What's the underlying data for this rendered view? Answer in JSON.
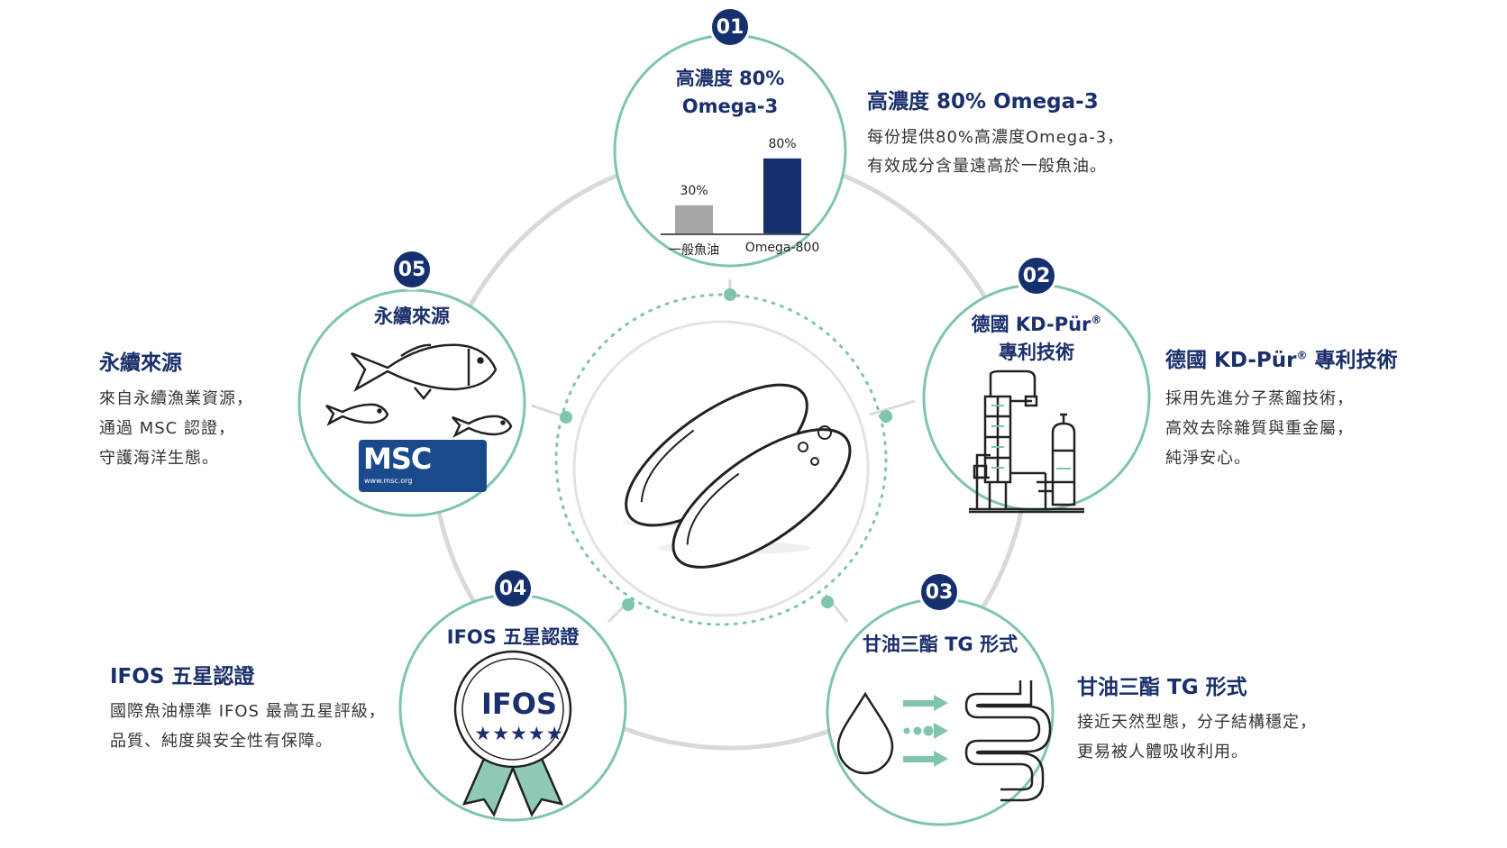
{
  "center": {
    "icon": "capsule-icon"
  },
  "features": [
    {
      "number": "01",
      "circle_title_line1": "高濃度 80%",
      "circle_title_line2": "Omega-3",
      "desc_title": "高濃度 80% Omega-3",
      "desc_lines": [
        "每份提供80%高濃度Omega-3，",
        "有效成分含量遠高於一般魚油。"
      ],
      "icon": "bar-chart-icon"
    },
    {
      "number": "02",
      "circle_title_line1": "德國 KD-Pür",
      "circle_title_line1_sup": "®",
      "circle_title_line2": "專利技術",
      "desc_title": "德國 KD-Pür",
      "desc_title_sup": "®",
      "desc_title_suffix": " 專利技術",
      "desc_lines": [
        "採用先進分子蒸餾技術，",
        "高效去除雜質與重金屬，",
        "純淨安心。"
      ],
      "icon": "distillation-tower-icon"
    },
    {
      "number": "03",
      "circle_title_line1": "甘油三酯 TG 形式",
      "desc_title": "甘油三酯 TG 形式",
      "desc_lines": [
        "接近天然型態，分子結構穩定，",
        "更易被人體吸收利用。"
      ],
      "icon": "absorption-icon"
    },
    {
      "number": "04",
      "circle_title_line1": "IFOS 五星認證",
      "desc_title": "IFOS 五星認證",
      "desc_lines": [
        "國際魚油標準 IFOS 最高五星評級，",
        "品質、純度與安全性有保障。"
      ],
      "icon": "award-ribbon-icon",
      "badge_text": "IFOS",
      "stars": "★★★★★",
      "star_rating": 5
    },
    {
      "number": "05",
      "circle_title_line1": "永續來源",
      "desc_title": "永續來源",
      "desc_lines": [
        "來自永續漁業資源，",
        "通過 MSC 認證，",
        "守護海洋生態。"
      ],
      "icon": "fish-icon",
      "logo_text": "MSC",
      "logo_url": "www.msc.org"
    }
  ],
  "chart_data": {
    "type": "bar",
    "categories": [
      "一般魚油",
      "Omega-800"
    ],
    "values": [
      30,
      80
    ],
    "value_labels": [
      "30%",
      "80%"
    ],
    "colors": [
      "#a6a6a6",
      "#162f6e"
    ],
    "ylim": [
      0,
      100
    ]
  },
  "colors": {
    "navy": "#162f6e",
    "teal": "#78c2a6",
    "circle_border": "#7fc4ad",
    "ring_gray": "#d9d9d9"
  }
}
